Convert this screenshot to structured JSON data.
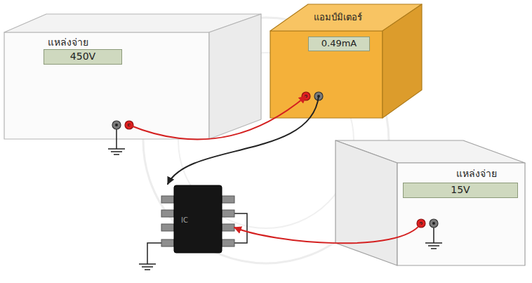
{
  "diagram": {
    "nodes": [
      {
        "text": [
          "แหล่งจ่าย"
        ]
      },
      {
        "text": [
          "450V"
        ],
        "in": 0
      },
      {
        "text": [
          "แอมป์มิเตอร์"
        ]
      },
      {
        "text": [
          "0.49mA"
        ],
        "in": 2
      },
      {
        "text": [
          "แหล่งจ่าย"
        ]
      },
      {
        "text": [
          "15V"
        ],
        "in": 4
      },
      {
        "text": [
          "IC"
        ]
      }
    ],
    "edges": [
      {
        "from": 0,
        "to": 2,
        "arrow": "to"
      },
      {
        "from": 2,
        "to": 6,
        "arrow": "to"
      },
      {
        "from": 4,
        "to": 6,
        "arrow": "to"
      }
    ]
  }
}
